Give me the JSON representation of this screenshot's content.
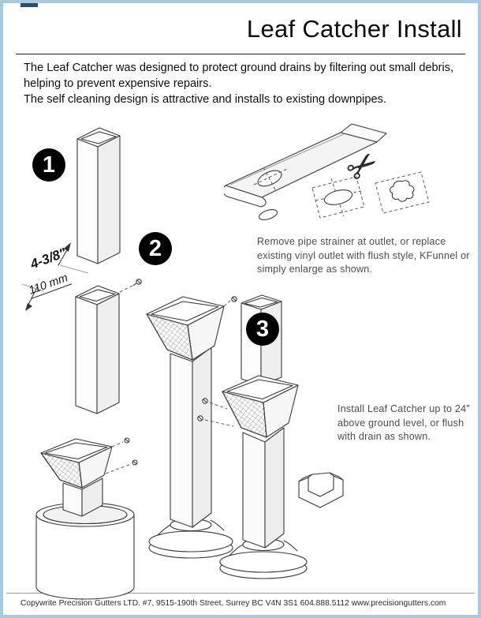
{
  "header": {
    "title": "Leaf Catcher Install"
  },
  "intro": {
    "line1": "The Leaf Catcher was designed to protect ground drains by filtering out small debris, helping to prevent expensive repairs.",
    "line2": "The self cleaning design is attractive and installs to existing downpipes."
  },
  "steps": {
    "one": "1",
    "two": "2",
    "three": "3"
  },
  "measurement": {
    "imperial": "4-3/8\"",
    "metric": "110 mm"
  },
  "notes": {
    "outlet": "Remove pipe strainer at outlet, or replace existing vinyl outlet with flush style, KFunnel or simply enlarge as shown.",
    "install": "Install Leaf Catcher up to 24\" above ground level, or flush with drain as shown."
  },
  "icons": {
    "scissors": "✂"
  },
  "footer": {
    "text": "Copywrite Precision Gutters LTD. #7, 9515-190th Street, Surrey BC V4N 3S1 604.888.5112 www.precisiongutters.com"
  },
  "colors": {
    "page_border": "#a9c9e0",
    "line_art": "#3a3a3a",
    "note_text": "#4d4d4d"
  }
}
